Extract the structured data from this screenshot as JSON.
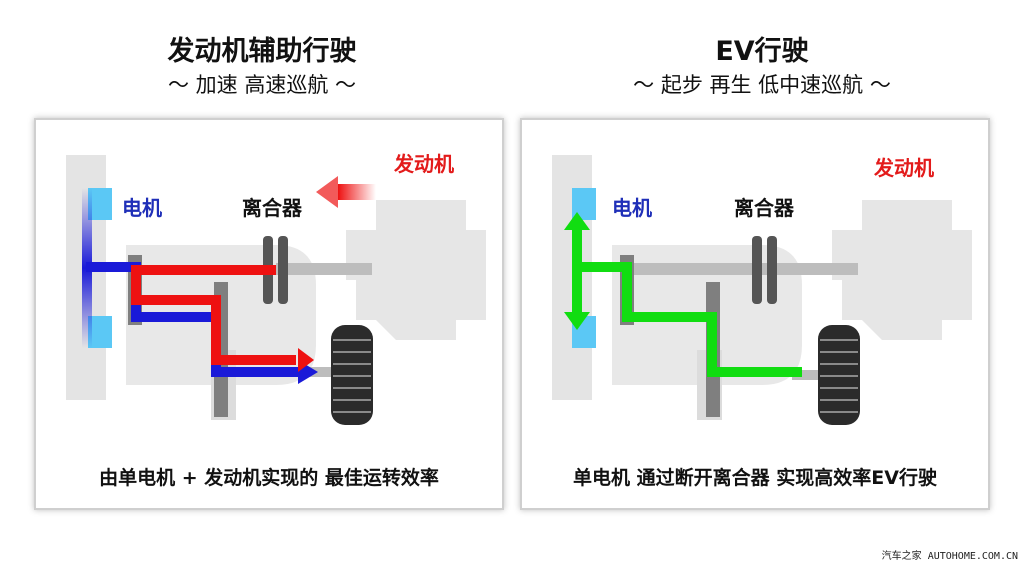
{
  "left": {
    "title": "发动机辅助行驶",
    "subtitle": "～ 加速 高速巡航 ～",
    "labels": {
      "motor": "电机",
      "clutch": "离合器",
      "engine": "发动机"
    },
    "caption": "由单电机 + 发动机实现的 最佳运转效率"
  },
  "right": {
    "title": "EV行驶",
    "subtitle": "～ 起步 再生 低中速巡航 ～",
    "labels": {
      "motor": "电机",
      "clutch": "离合器",
      "engine": "发动机"
    },
    "caption": "单电机 通过断开离合器 实现高效率EV行驶"
  },
  "colors": {
    "engine_flow": "#ee1111",
    "motor_flow": "#1a1ad8",
    "ev_flow": "#11dd11",
    "motor_block": "#5bc8f5"
  },
  "watermark": "汽车之家 AUTOHOME.COM.CN"
}
